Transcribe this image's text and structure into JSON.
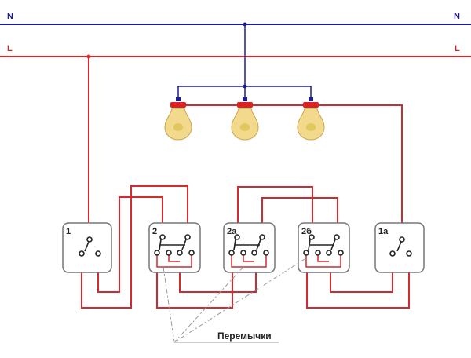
{
  "lines": {
    "neutral": {
      "label": "N",
      "color": "#1c1c99"
    },
    "live": {
      "label": "L",
      "color": "#d9262b"
    }
  },
  "lamps": [
    {
      "name": "lamp-1"
    },
    {
      "name": "lamp-2"
    },
    {
      "name": "lamp-3"
    }
  ],
  "switches": [
    {
      "id": "1",
      "label": "1",
      "type": "single"
    },
    {
      "id": "2",
      "label": "2",
      "type": "cross"
    },
    {
      "id": "2a",
      "label": "2а",
      "type": "cross"
    },
    {
      "id": "2b",
      "label": "2б",
      "type": "cross"
    },
    {
      "id": "1a",
      "label": "1а",
      "type": "single"
    }
  ],
  "annotation": {
    "jumpers_label": "Перемычки"
  },
  "colors": {
    "phase_wire": "#d22a2e",
    "neutral_wire": "#1c1c99",
    "lamp_glass": "#f2d98c",
    "lamp_socket": "#e02020"
  }
}
